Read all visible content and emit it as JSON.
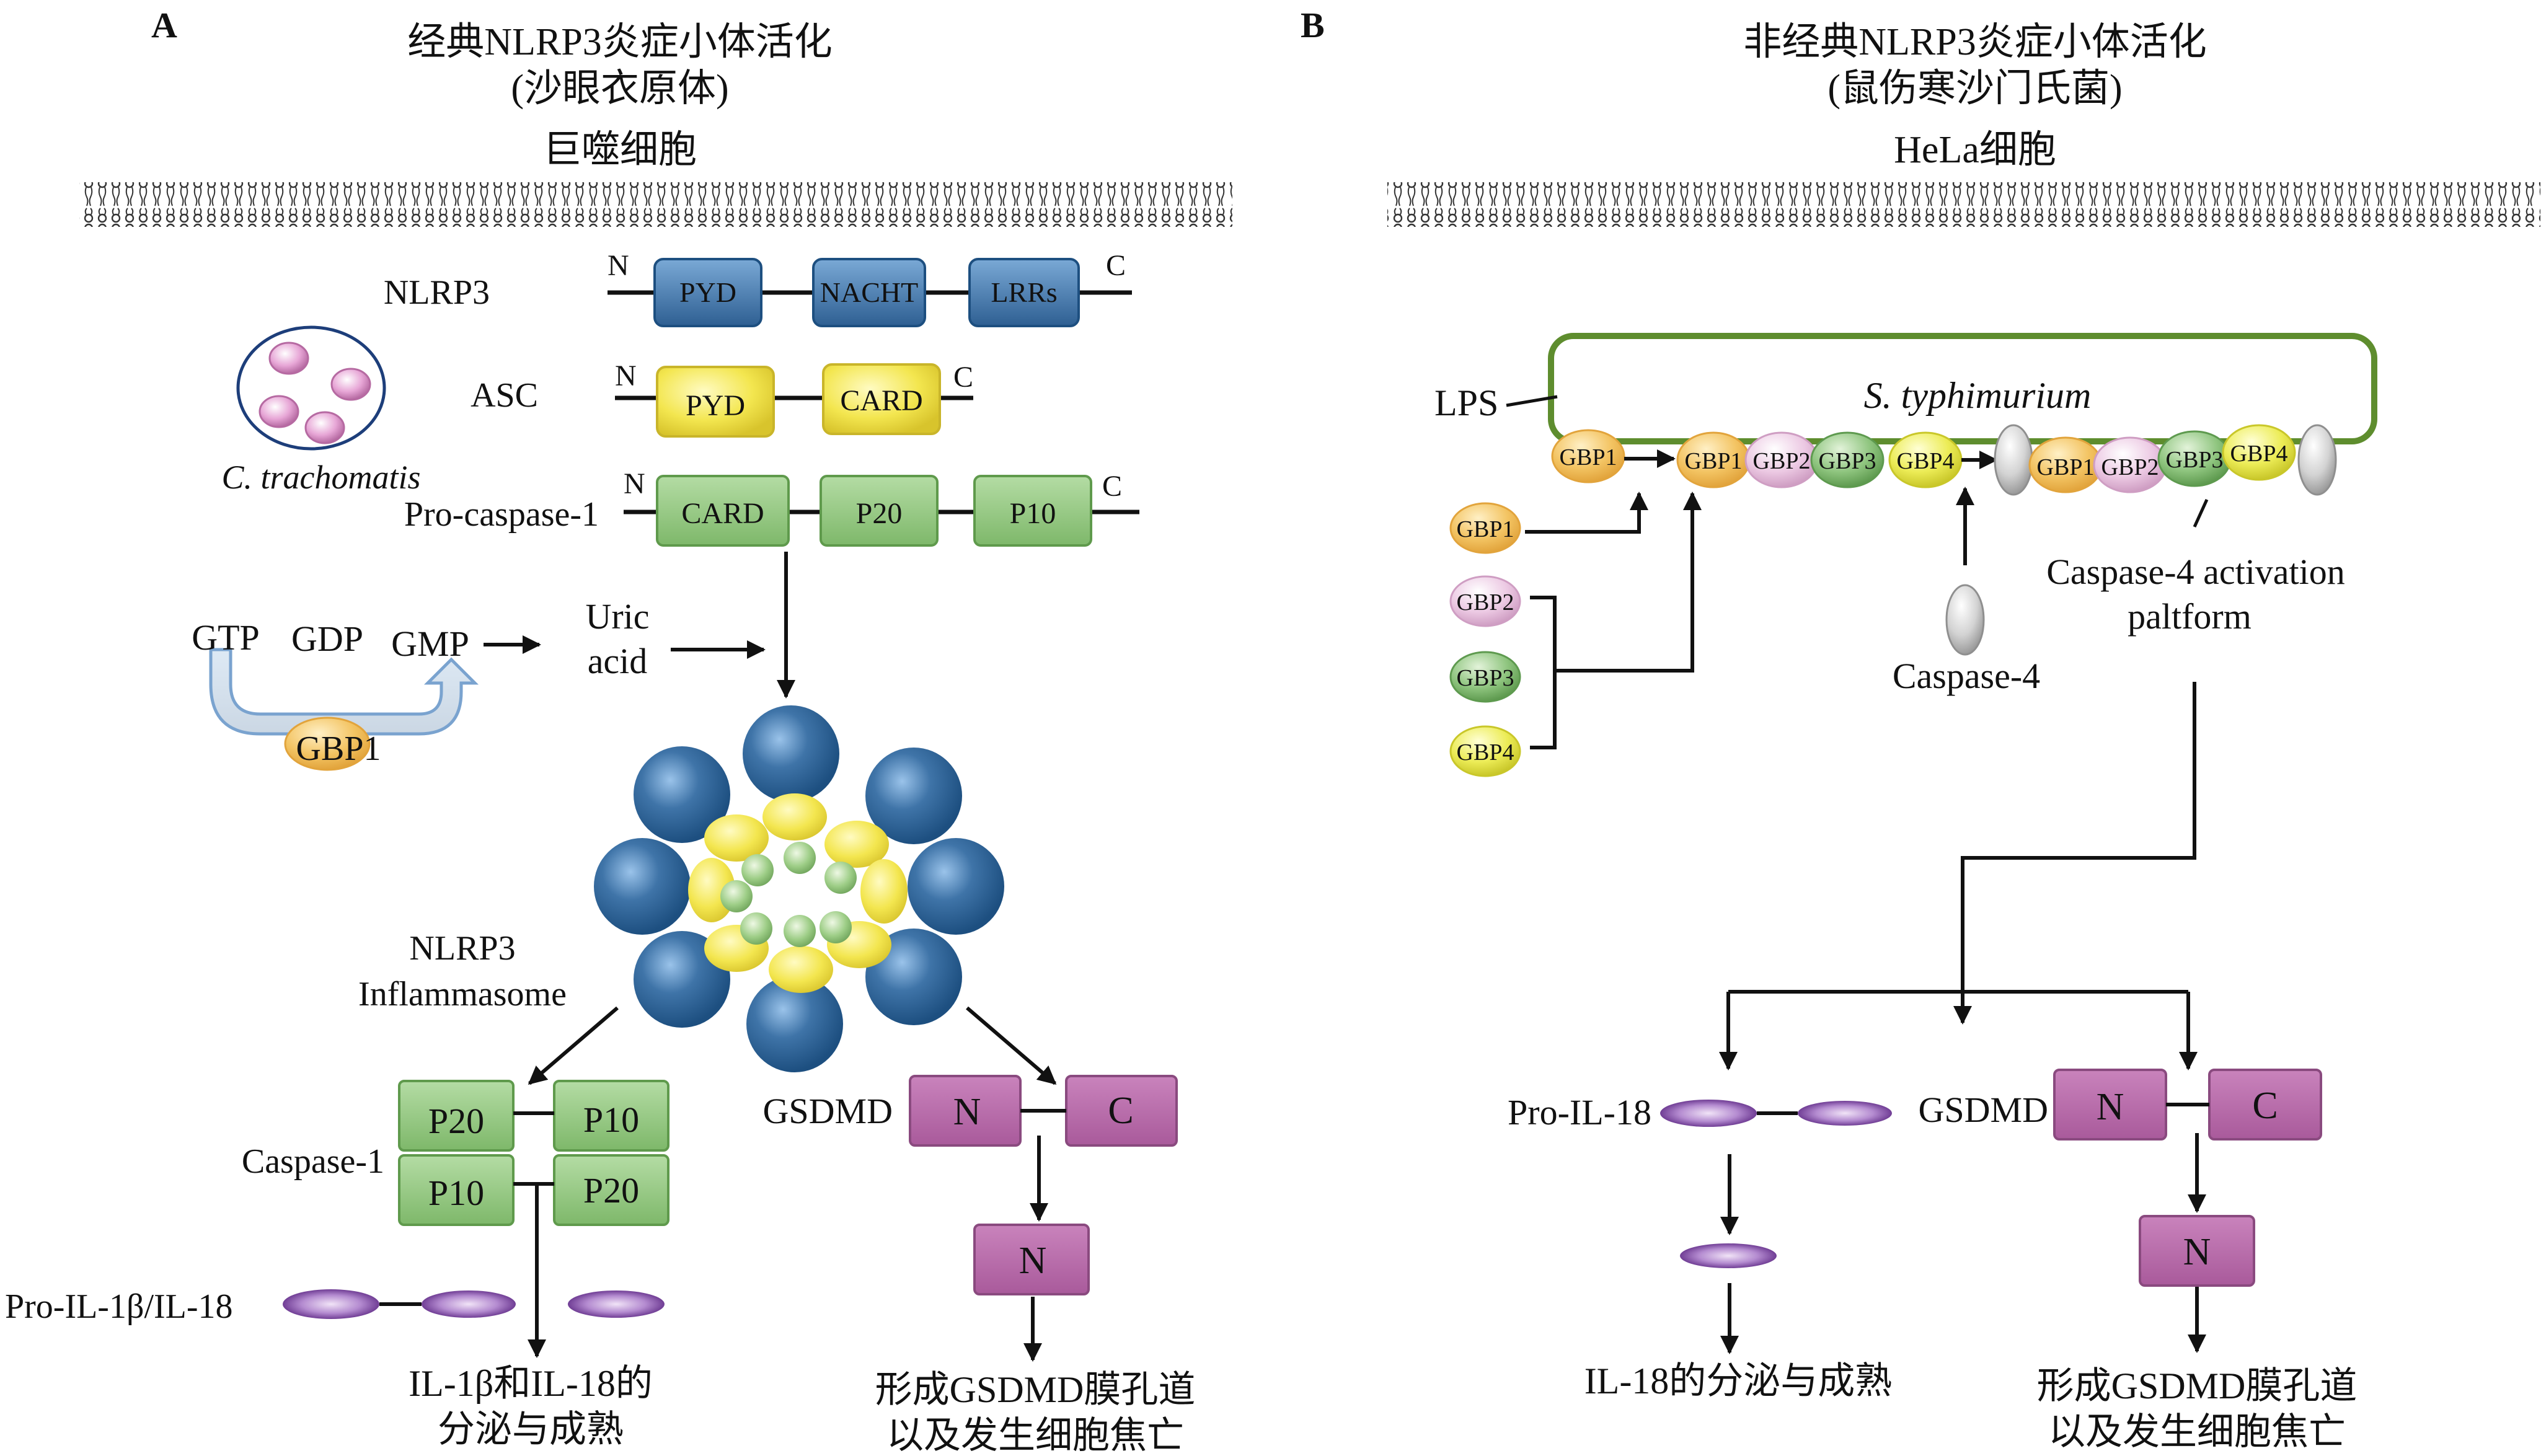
{
  "panel_a": {
    "letter": "A",
    "title_line1": "经典NLRP3炎症小体活化",
    "title_line2": "(沙眼衣原体)",
    "cell_type": "巨噬细胞",
    "nlrp3": {
      "label": "NLRP3",
      "n": "N",
      "c": "C",
      "domains": [
        "PYD",
        "NACHT",
        "LRRs"
      ]
    },
    "asc": {
      "label": "ASC",
      "n": "N",
      "c": "C",
      "domains": [
        "PYD",
        "CARD"
      ]
    },
    "procasp": {
      "label": "Pro-caspase-1",
      "n": "N",
      "c": "C",
      "domains": [
        "CARD",
        "P20",
        "P10"
      ]
    },
    "pathogen": "C. trachomatis",
    "gtp": "GTP",
    "gdp": "GDP",
    "gmp": "GMP",
    "uric_line1": "Uric",
    "uric_line2": "acid",
    "gbp1": "GBP1",
    "inflammasome_line1": "NLRP3",
    "inflammasome_line2": "Inflammasome",
    "caspase1_label": "Caspase-1",
    "casp_subunits": [
      "P20",
      "P10",
      "P10",
      "P20"
    ],
    "gsdmd_label": "GSDMD",
    "gsdmd_n": "N",
    "gsdmd_c": "C",
    "gsdmd_cleaved": "N",
    "pro_il_label": "Pro-IL-1β/IL-18",
    "out1_line1": "IL-1β和IL-18的",
    "out1_line2": "分泌与成熟",
    "out2_line1": "形成GSDMD膜孔道",
    "out2_line2": "以及发生细胞焦亡"
  },
  "panel_b": {
    "letter": "B",
    "title_line1": "非经典NLRP3炎症小体活化",
    "title_line2": "(鼠伤寒沙门氏菌)",
    "cell_type": "HeLa细胞",
    "lps": "LPS",
    "bacterium": "S. typhimurium",
    "gbp_chain1": [
      "GBP1",
      "GBP1",
      "GBP2",
      "GBP3",
      "GBP4"
    ],
    "gbp_chain2": [
      "GBP1",
      "GBP2",
      "GBP3",
      "GBP4"
    ],
    "free_gbps": [
      "GBP1",
      "GBP2",
      "GBP3",
      "GBP4"
    ],
    "caspase4": "Caspase-4",
    "platform_line1": "Caspase-4 activation",
    "platform_line2": "paltform",
    "pro_il18": "Pro-IL-18",
    "gsdmd_label": "GSDMD",
    "gsdmd_n": "N",
    "gsdmd_c": "C",
    "gsdmd_cleaved": "N",
    "out1": "IL-18的分泌与成熟",
    "out2_line1": "形成GSDMD膜孔道",
    "out2_line2": "以及发生细胞焦亡"
  },
  "colors": {
    "nlrp3_blue": "#3f74a8",
    "asc_yellow": "#f0e24a",
    "caspase_green": "#8cc47a",
    "gbp_orange": "#f3c463",
    "gbp2_pink": "#e8c3df",
    "gbp3_green": "#8fc57f",
    "gbp4_yellow": "#ecec56",
    "gsdmd_purple": "#b969ab",
    "il_purple": "#7d3e9a",
    "bacterium_border": "#5e8d2e",
    "arrow_light_blue": "#b7cfe9"
  }
}
